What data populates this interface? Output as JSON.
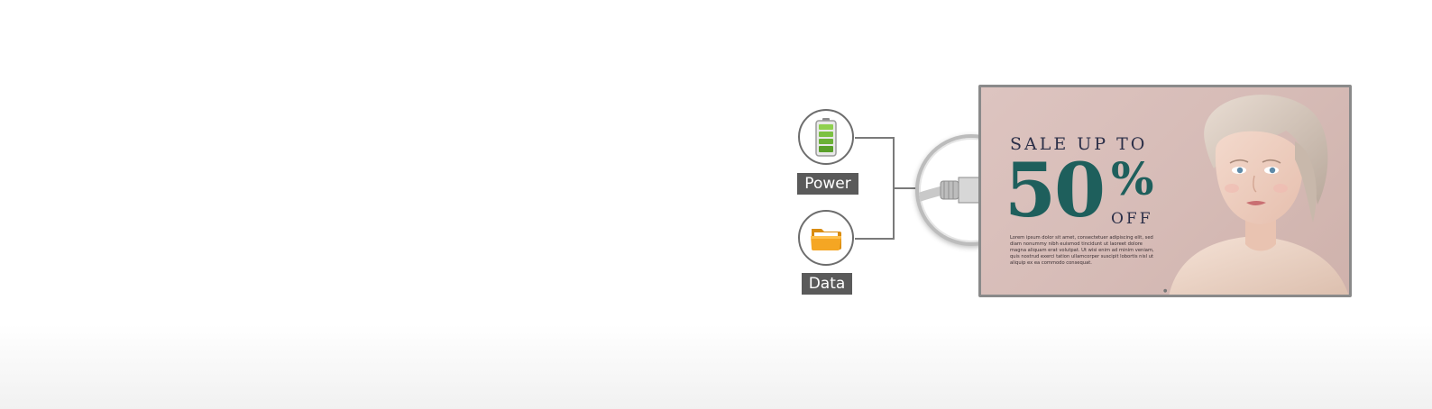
{
  "labels": {
    "power": "Power",
    "data": "Data"
  },
  "display": {
    "headline": "SALE UP TO",
    "big_number": "50",
    "percent_sign": "%",
    "off": "OFF",
    "fine_print": "Lorem ipsum dolor sit amet, consectetuer adipiscing elit, sed diam nonummy nibh euismod tincidunt ut laoreet dolore magna aliquam erat volutpat. Ut wisi enim ad minim veniam, quis nostrud exerci tation ullamcorper suscipit lobortis nisl ut aliquip ex ea commodo consequat."
  },
  "icons": [
    "battery-icon",
    "folder-icon",
    "ethernet-cable-icon"
  ],
  "colors": {
    "label_bg": "#5a5a5a",
    "battery_green": "#7cc142",
    "folder_orange": "#f5a623",
    "teal_text": "#1e5f5c",
    "screen_pink": "#ddc4c0"
  }
}
